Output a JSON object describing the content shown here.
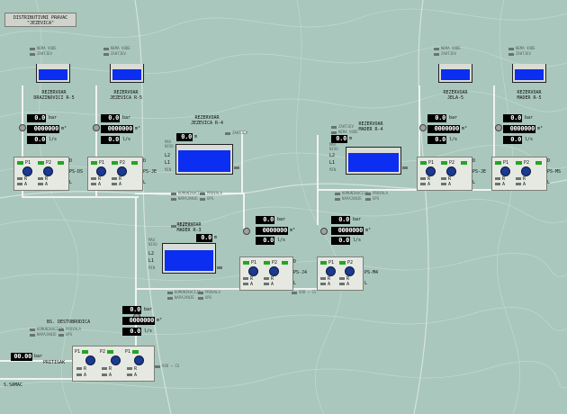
{
  "title": {
    "line1": "DISTRIBUTIVNI PRAVAC",
    "line2": "\"JEZEVICA\""
  },
  "legend": {
    "nema_vode": "NEMA VODE",
    "zahtjev": "ZAHTJEV",
    "komunikacija": "KOMUNIKACIJA",
    "napajanje": "NAPAJANJE",
    "provala": "PROVALA",
    "ups": "UPS",
    "vod": "VOD → CS"
  },
  "reservoirs": {
    "drazinovici": {
      "line1": "REZERVOAR",
      "line2": "DRAZINOVICI R-5"
    },
    "jezevica5": {
      "line1": "REZERVOAR",
      "line2": "JEZEVICA R-5"
    },
    "jezevica4": {
      "line1": "REZERVOAR",
      "line2": "JEZEVICA R-4",
      "level": "0.0"
    },
    "mader4": {
      "line1": "REZERVOAR",
      "line2": "MADER R-4",
      "level": "0.0"
    },
    "jela5": {
      "line1": "REZERVOAR",
      "line2": "JELA-5"
    },
    "mader5": {
      "line1": "REZERVOAR",
      "line2": "MADER R-5"
    },
    "mader3": {
      "line1": "REZERVOAR",
      "line2": "MADER R-3",
      "level": "0.0"
    }
  },
  "meters": {
    "pressure": "0.0",
    "flow": "0.0",
    "volume": "0000000",
    "unit_bar": "bar",
    "unit_m3": "m³",
    "unit_m3h": "l/s",
    "unit_m": "m"
  },
  "pumps": {
    "p1": "P1",
    "p2": "P2",
    "r": "R",
    "a": "A",
    "d": "D",
    "l": "L"
  },
  "stations": {
    "ps_ds": "PS-DS",
    "ps_je": "PS-JE",
    "ps_j4": "PS-J4",
    "ps_m4": "PS-M4",
    "ps_ms": "PS-MS",
    "ps_je2": "PS-JE"
  },
  "tank_labels": {
    "l1": "L1",
    "l2": "L2",
    "max": "MAX",
    "min": "MIN",
    "nivo": "NIVO"
  },
  "bottom": {
    "bs": "BS. DESTOBRODICA",
    "pritisak": "PRITISAK",
    "samac": "S.SAMAC",
    "bottom_pressure": "00.00"
  }
}
